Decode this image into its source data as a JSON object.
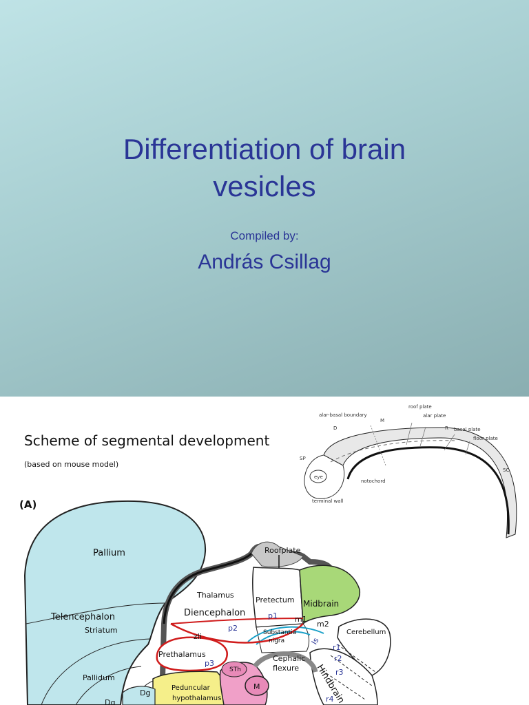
{
  "slide1": {
    "title_line1": "Differentiation of brain",
    "title_line2": "vesicles",
    "compiled_label": "Compiled by:",
    "author": "András Csillag"
  },
  "slide2": {
    "title": "Scheme of segmental development",
    "subtitle": "(based on mouse model)",
    "panel_label": "(A)",
    "inset_labels": {
      "roof_plate": "roof plate",
      "alar_basal_boundary": "alar-basal boundary",
      "alar_plate": "alar plate",
      "basal_plate": "basal plate",
      "floor_plate": "floor plate",
      "m": "M",
      "d": "D",
      "r": "R",
      "sp": "SP",
      "sc": "SC",
      "eye": "eye",
      "notochord": "notochord",
      "terminal_wall": "terminal wall"
    },
    "regions": {
      "pallium": "Pallium",
      "telencephalon": "Telencephalon",
      "striatum": "Striatum",
      "pallidum": "Pallidum",
      "dg": "Dg",
      "dg2": "Dg",
      "roofplate": "Roofplate",
      "thalamus": "Thalamus",
      "diencephalon": "Diencephalon",
      "pretectum": "Pretectum",
      "midbrain": "Midbrain",
      "p1": "p1",
      "p2": "p2",
      "p3": "p3",
      "m1": "m1",
      "m2": "m2",
      "zli": "zli",
      "substantia": "Substantia",
      "nigra": "nigra",
      "is": "Is",
      "cerebellum": "Cerebellum",
      "prethalamus": "Prethalamus",
      "sth": "STh",
      "m": "M",
      "peduncular": "Peduncular",
      "hypothalamus": "hypothalamus",
      "cephalic": "Cephalic",
      "flexure": "flexure",
      "r1": "r1",
      "r2": "r2",
      "r3": "r3",
      "r4": "r4",
      "hindbrain": "Hindbrain"
    }
  }
}
